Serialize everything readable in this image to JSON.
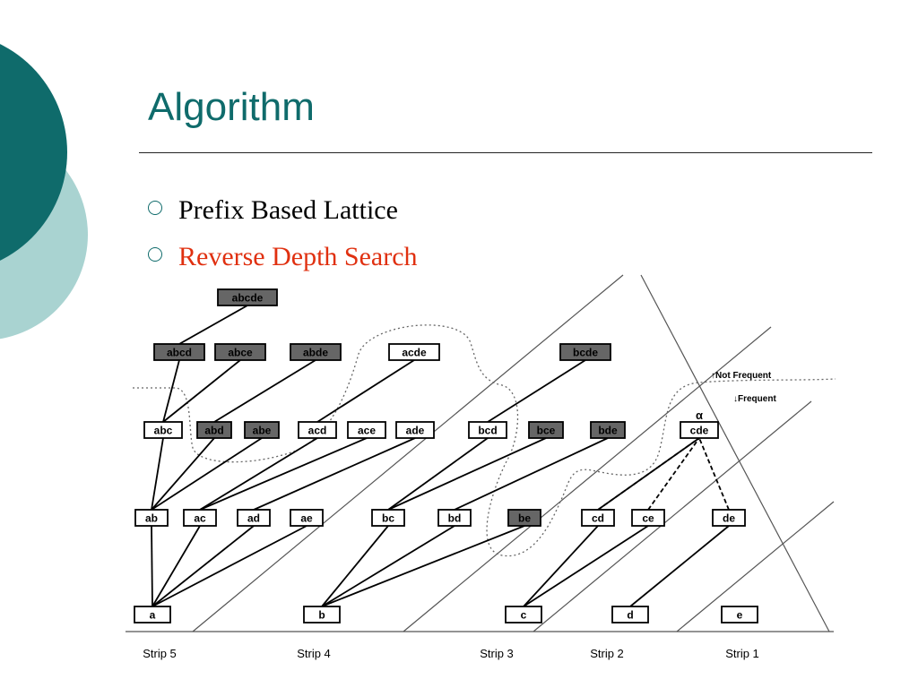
{
  "slide": {
    "title": "Algorithm",
    "bullets": [
      {
        "text": "Prefix Based Lattice",
        "color": "#000000"
      },
      {
        "text": "Reverse Depth Search",
        "color": "#e03010"
      }
    ]
  },
  "colors": {
    "title": "#0f6b6b",
    "deco_dark": "#0f6b6b",
    "deco_light": "#a9d3d1",
    "node_frequent_fill": "#ffffff",
    "node_infrequent_fill": "#666666"
  },
  "lattice": {
    "annotations": {
      "alpha": "α",
      "not_frequent": "↑Not Frequent",
      "frequent": "↓Frequent"
    },
    "strips": [
      "Strip 5",
      "Strip 4",
      "Strip 3",
      "Strip 2",
      "Strip 1"
    ],
    "nodes": [
      {
        "id": "abcde",
        "label": "abcde",
        "frequent": false
      },
      {
        "id": "abcd",
        "label": "abcd",
        "frequent": false
      },
      {
        "id": "abce",
        "label": "abce",
        "frequent": false
      },
      {
        "id": "abde",
        "label": "abde",
        "frequent": false
      },
      {
        "id": "acde",
        "label": "acde",
        "frequent": true
      },
      {
        "id": "bcde",
        "label": "bcde",
        "frequent": false
      },
      {
        "id": "abc",
        "label": "abc",
        "frequent": true
      },
      {
        "id": "abd",
        "label": "abd",
        "frequent": false
      },
      {
        "id": "abe",
        "label": "abe",
        "frequent": false
      },
      {
        "id": "acd",
        "label": "acd",
        "frequent": true
      },
      {
        "id": "ace",
        "label": "ace",
        "frequent": true
      },
      {
        "id": "ade",
        "label": "ade",
        "frequent": true
      },
      {
        "id": "bcd",
        "label": "bcd",
        "frequent": true
      },
      {
        "id": "bce",
        "label": "bce",
        "frequent": false
      },
      {
        "id": "bde",
        "label": "bde",
        "frequent": false
      },
      {
        "id": "cde",
        "label": "cde",
        "frequent": true
      },
      {
        "id": "ab",
        "label": "ab",
        "frequent": true
      },
      {
        "id": "ac",
        "label": "ac",
        "frequent": true
      },
      {
        "id": "ad",
        "label": "ad",
        "frequent": true
      },
      {
        "id": "ae",
        "label": "ae",
        "frequent": true
      },
      {
        "id": "bc",
        "label": "bc",
        "frequent": true
      },
      {
        "id": "bd",
        "label": "bd",
        "frequent": true
      },
      {
        "id": "be",
        "label": "be",
        "frequent": false
      },
      {
        "id": "cd",
        "label": "cd",
        "frequent": true
      },
      {
        "id": "ce",
        "label": "ce",
        "frequent": true
      },
      {
        "id": "de",
        "label": "de",
        "frequent": true
      },
      {
        "id": "a",
        "label": "a",
        "frequent": true
      },
      {
        "id": "b",
        "label": "b",
        "frequent": true
      },
      {
        "id": "c",
        "label": "c",
        "frequent": true
      },
      {
        "id": "d",
        "label": "d",
        "frequent": true
      },
      {
        "id": "e",
        "label": "e",
        "frequent": true
      }
    ],
    "edges": [
      {
        "from": "abcd",
        "to": "abcde",
        "style": "solid"
      },
      {
        "from": "abc",
        "to": "abcd",
        "style": "solid"
      },
      {
        "from": "abc",
        "to": "abce",
        "style": "solid"
      },
      {
        "from": "abd",
        "to": "abde",
        "style": "solid"
      },
      {
        "from": "acd",
        "to": "acde",
        "style": "solid"
      },
      {
        "from": "bcd",
        "to": "bcde",
        "style": "solid"
      },
      {
        "from": "ab",
        "to": "abc",
        "style": "solid"
      },
      {
        "from": "ab",
        "to": "abd",
        "style": "solid"
      },
      {
        "from": "ab",
        "to": "abe",
        "style": "solid"
      },
      {
        "from": "ac",
        "to": "acd",
        "style": "solid"
      },
      {
        "from": "ac",
        "to": "ace",
        "style": "solid"
      },
      {
        "from": "ad",
        "to": "ade",
        "style": "solid"
      },
      {
        "from": "bc",
        "to": "bcd",
        "style": "solid"
      },
      {
        "from": "bc",
        "to": "bce",
        "style": "solid"
      },
      {
        "from": "bd",
        "to": "bde",
        "style": "solid"
      },
      {
        "from": "cd",
        "to": "cde",
        "style": "solid"
      },
      {
        "from": "ce",
        "to": "cde",
        "style": "dashed"
      },
      {
        "from": "cd",
        "to": "cde",
        "style": "dashed"
      },
      {
        "from": "de",
        "to": "cde",
        "style": "dashed"
      },
      {
        "from": "a",
        "to": "ab",
        "style": "solid"
      },
      {
        "from": "a",
        "to": "ac",
        "style": "solid"
      },
      {
        "from": "a",
        "to": "ad",
        "style": "solid"
      },
      {
        "from": "a",
        "to": "ae",
        "style": "solid"
      },
      {
        "from": "b",
        "to": "bc",
        "style": "solid"
      },
      {
        "from": "b",
        "to": "bd",
        "style": "solid"
      },
      {
        "from": "b",
        "to": "be",
        "style": "solid"
      },
      {
        "from": "c",
        "to": "cd",
        "style": "solid"
      },
      {
        "from": "c",
        "to": "ce",
        "style": "solid"
      },
      {
        "from": "d",
        "to": "de",
        "style": "solid"
      }
    ]
  }
}
